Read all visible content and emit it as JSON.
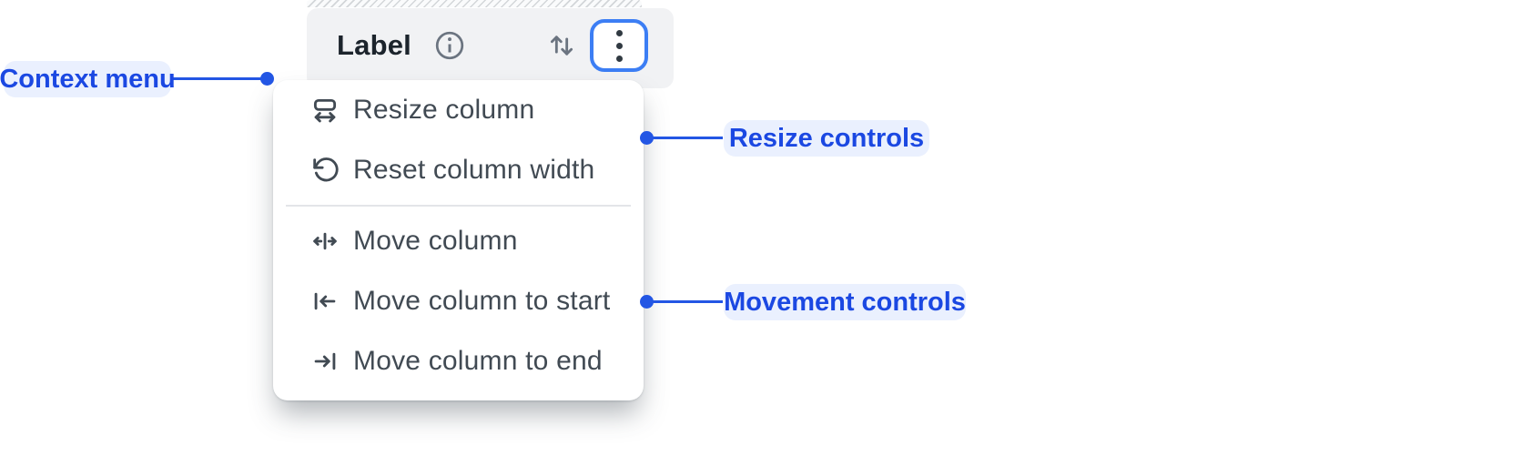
{
  "header": {
    "label": "Label",
    "icons": [
      "info-icon",
      "sort-icon",
      "more-actions-icon"
    ]
  },
  "context_menu": {
    "groups": [
      {
        "items": [
          {
            "icon": "resize-column-icon",
            "label": "Resize column"
          },
          {
            "icon": "reset-width-icon",
            "label": "Reset column width"
          }
        ]
      },
      {
        "items": [
          {
            "icon": "move-column-icon",
            "label": "Move column"
          },
          {
            "icon": "move-to-start-icon",
            "label": "Move column to start"
          },
          {
            "icon": "move-to-end-icon",
            "label": "Move column to end"
          }
        ]
      }
    ]
  },
  "annotations": [
    {
      "label": "Context menu",
      "side": "left",
      "points_to": "context-menu"
    },
    {
      "label": "Resize controls",
      "side": "right",
      "points_to": "resize-group"
    },
    {
      "label": "Movement controls",
      "side": "right",
      "points_to": "movement-group"
    }
  ],
  "colors": {
    "annotation_text": "#1b48e2",
    "annotation_bg": "#eaf0fe",
    "connector": "#2356e4",
    "focus_ring": "#3c7ef4",
    "header_bg": "#f1f2f4",
    "menu_text": "#414a53",
    "divider": "#e3e5e8"
  }
}
